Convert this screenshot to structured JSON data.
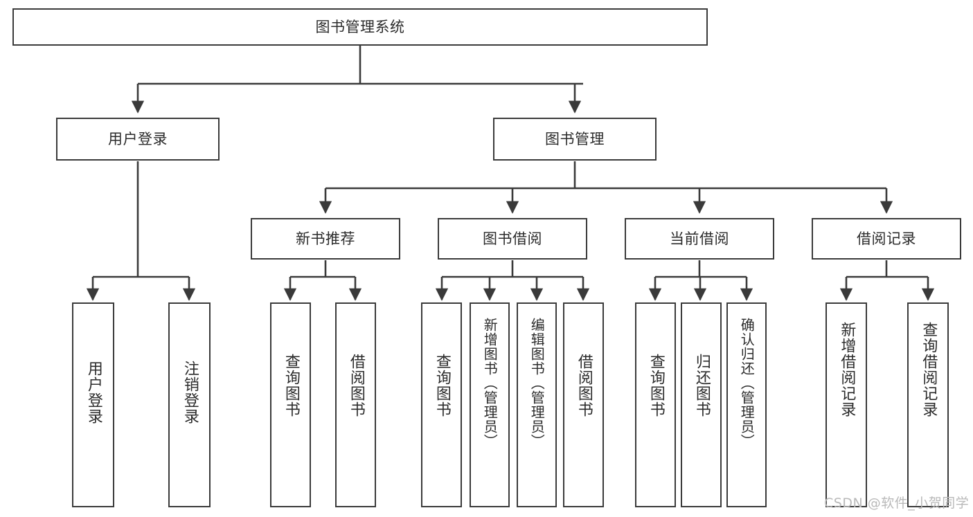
{
  "diagram": {
    "title": "图书管理系统",
    "type": "tree-hierarchy-diagram",
    "root": {
      "label": "图书管理系统"
    },
    "level2": [
      {
        "label": "用户登录"
      },
      {
        "label": "图书管理"
      }
    ],
    "level3": [
      {
        "label": "新书推荐"
      },
      {
        "label": "图书借阅"
      },
      {
        "label": "当前借阅"
      },
      {
        "label": "借阅记录"
      }
    ],
    "leaves": {
      "user_login": [
        {
          "label": "用户登录"
        },
        {
          "label": "注销登录"
        }
      ],
      "new_book_recommend": [
        {
          "label": "查询图书"
        },
        {
          "label": "借阅图书"
        }
      ],
      "book_borrow": [
        {
          "label": "查询图书"
        },
        {
          "label": "新增图书（管理员）"
        },
        {
          "label": "编辑图书（管理员）"
        },
        {
          "label": "借阅图书"
        }
      ],
      "current_borrow": [
        {
          "label": "查询图书"
        },
        {
          "label": "归还图书"
        },
        {
          "label": "确认归还（管理员）"
        }
      ],
      "borrow_record": [
        {
          "label": "新增借阅记录"
        },
        {
          "label": "查询借阅记录"
        }
      ]
    }
  },
  "watermark": {
    "text": "CSDN @软件_小贺同学"
  },
  "colors": {
    "box_border": "#3a3a3a",
    "box_fill": "#ffffff",
    "text": "#2b2b2b",
    "line": "#3a3a3a",
    "watermark": "#b9b9b9",
    "background": "#ffffff"
  }
}
